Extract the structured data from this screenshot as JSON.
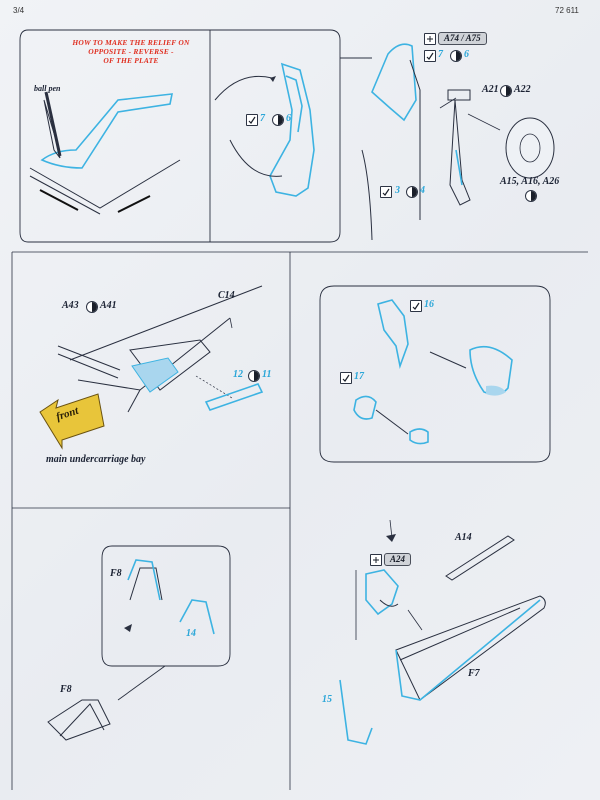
{
  "header": {
    "page_label": "3/4",
    "catalog_number": "72 611"
  },
  "relief_note": {
    "lines": [
      "HOW TO MAKE THE RELIEF ON",
      "OPPOSITE - REVERSE -",
      "OF THE PLATE"
    ],
    "tool_label": "ball pen"
  },
  "step1": {
    "part_pair": "A74 / A75",
    "parts": {
      "p7": "7",
      "p6": "6",
      "p3": "3",
      "p4": "4"
    },
    "wheel_parts": {
      "a21": "A21",
      "a22": "A22",
      "wheel_list": "A15, A16, A26"
    }
  },
  "step2": {
    "parts": {
      "a43": "A43",
      "a41": "A41",
      "c14": "C14",
      "p12": "12",
      "p11": "11"
    },
    "arrow_text": "front",
    "caption": "main undercarriage bay",
    "inset_parts": {
      "p16": "16",
      "p17": "17"
    }
  },
  "step3": {
    "parts": {
      "f8_top": "F8",
      "p14": "14",
      "f8_bottom": "F8"
    }
  },
  "step4": {
    "parts": {
      "a24": "A24",
      "a14": "A14",
      "f7": "F7",
      "p15": "15"
    }
  },
  "colors": {
    "etch_blue": "#3db3e2",
    "note_red": "#e03022",
    "arrow_yellow": "#e8c53a",
    "ink": "#2a3040"
  },
  "icons": [
    "photo-etch-bend-icon",
    "mirror-part-icon",
    "remove-part-icon"
  ]
}
